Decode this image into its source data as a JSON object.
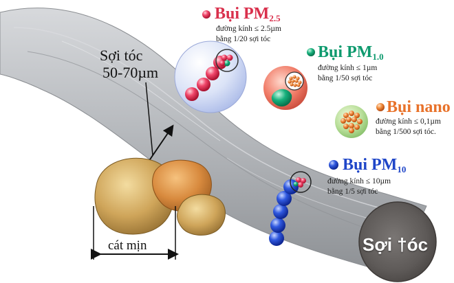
{
  "colors": {
    "pm25": "#d9304c",
    "pm10_small": "#0e9a6e",
    "nano": "#e8722a",
    "pm10": "#1f46c8",
    "hair": "#b9bcc0",
    "sand": "#c9a45b"
  },
  "hair": {
    "label_line1": "Sợi tóc",
    "label_line2": "50-70µm",
    "end_label": "Sợi †óc"
  },
  "sand": {
    "label": "cát mịn"
  },
  "particles": [
    {
      "title": "Bụi PM",
      "sub": "2.5",
      "desc1": "đường kính ≤ 2.5µm",
      "desc2": "bằng 1/20 sợi tóc"
    },
    {
      "title": "Bụi PM",
      "sub": "1.0",
      "desc1": "đường kính ≤ 1µm",
      "desc2": "bằng 1/50 sợi tóc"
    },
    {
      "title": "Bụi nano",
      "sub": "",
      "desc1": "đường kính ≤ 0,1µm",
      "desc2": "bằng 1/500 sợi tóc."
    },
    {
      "title": "Bụi PM",
      "sub": "10",
      "desc1": "đường kính ≤ 10µm",
      "desc2": "bằng 1/5 sợi tóc"
    }
  ]
}
